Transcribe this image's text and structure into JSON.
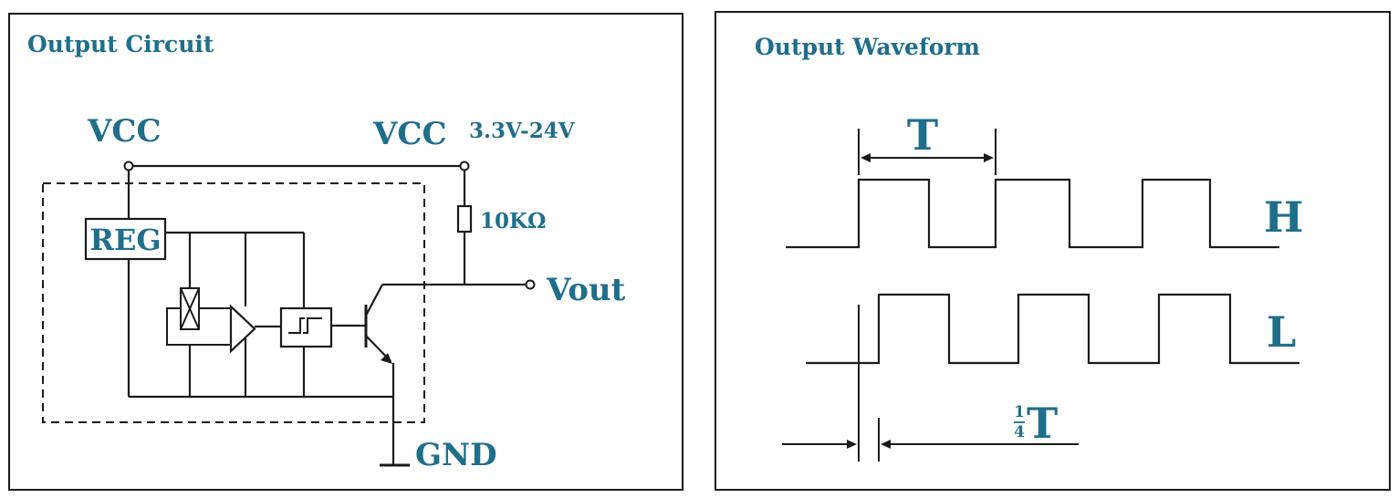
{
  "left_panel": {
    "title": "Output Circuit",
    "vcc_left": "VCC",
    "vcc_right": "VCC",
    "voltage_range": "3.3V-24V",
    "resistor": "10KΩ",
    "regulator": "REG",
    "vout": "Vout",
    "gnd": "GND"
  },
  "right_panel": {
    "title": "Output Waveform",
    "period_label": "T",
    "level_high": "H",
    "level_low": "L",
    "quarter_num": "1",
    "quarter_den": "4",
    "quarter_t": "T"
  },
  "colors": {
    "label": "#1f6f8b",
    "line": "#1a1a1a"
  }
}
